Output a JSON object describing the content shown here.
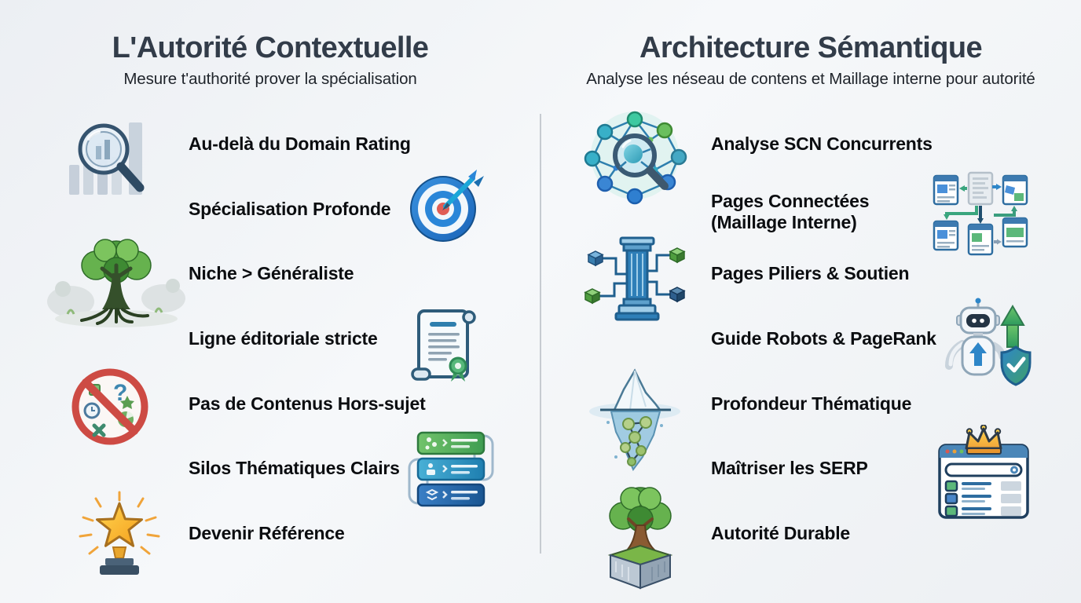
{
  "palette": {
    "background_start": "#ecEFf3",
    "background_end": "#f6f8fa",
    "title_color": "#323c49",
    "subtitle_color": "#1e232a",
    "item_text_color": "#0b0d10",
    "divider_color": "#c6cbd1",
    "blue": "#2e86c8",
    "green": "#5cb87a",
    "teal": "#2fa7c0",
    "red": "#cd4b44",
    "gold": "#f5b731"
  },
  "left": {
    "title": "L'Autorité Contextuelle",
    "subtitle": "Mesure t'authorité prover la spécialisation",
    "items": [
      {
        "label": "Au-delà du Domain Rating",
        "icon": "magnifier-bar-chart",
        "icon_side": "left"
      },
      {
        "label": "Spécialisation Profonde",
        "icon": "target-dart",
        "icon_side": "right"
      },
      {
        "label": "Niche > Généraliste",
        "icon": "tree-roots",
        "icon_side": "left"
      },
      {
        "label": "Ligne éditoriale stricte",
        "icon": "scroll-certificate",
        "icon_side": "right"
      },
      {
        "label": "Pas de Contenus Hors-sujet",
        "icon": "no-offtopic-sign",
        "icon_side": "left"
      },
      {
        "label": "Silos Thématiques Clairs",
        "icon": "stacked-silos",
        "icon_side": "right"
      },
      {
        "label": "Devenir Référence",
        "icon": "star-trophy",
        "icon_side": "left"
      }
    ]
  },
  "right": {
    "title": "Architecture Sémantique",
    "subtitle": "Analyse les néseau de contens et Maillage interne pour autorité",
    "items": [
      {
        "label": "Analyse SCN Concurrents",
        "icon": "network-magnifier",
        "icon_side": "left"
      },
      {
        "label": "Pages Connectées",
        "label_line2": "(Maillage Interne)",
        "icon": "linked-pages",
        "icon_side": "right"
      },
      {
        "label": "Pages Piliers & Soutien",
        "icon": "pillar-cubes",
        "icon_side": "left"
      },
      {
        "label": "Guide Robots & PageRank",
        "icon": "robot-shield",
        "icon_side": "right"
      },
      {
        "label": "Profondeur Thématique",
        "icon": "iceberg-network",
        "icon_side": "left"
      },
      {
        "label": "Maîtriser les SERP",
        "icon": "serp-crown",
        "icon_side": "right"
      },
      {
        "label": "Autorité Durable",
        "icon": "tree-pedestal",
        "icon_side": "left"
      }
    ]
  }
}
